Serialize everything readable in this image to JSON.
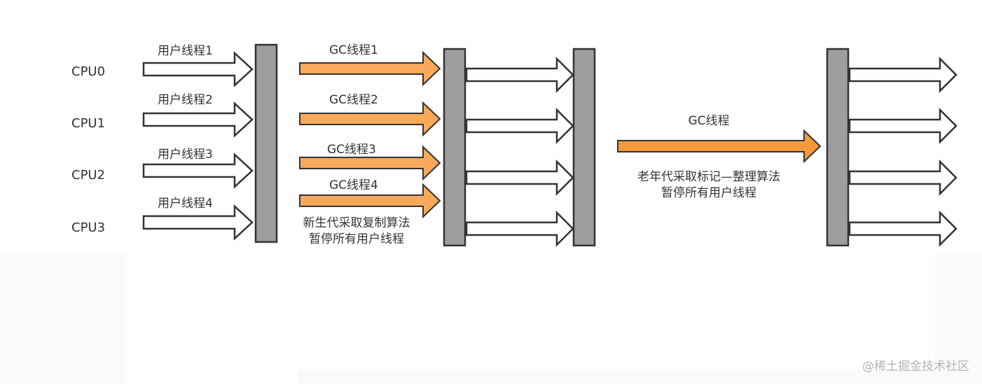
{
  "cpus": [
    "CPU0",
    "CPU1",
    "CPU2",
    "CPU3"
  ],
  "user_threads": [
    "用户线程1",
    "用户线程2",
    "用户线程3",
    "用户线程4"
  ],
  "young_gc": {
    "threads": [
      "GC线程1",
      "GC线程2",
      "GC线程3",
      "GC线程4"
    ],
    "note_line1": "新生代采取复制算法",
    "note_line2": "暂停所有用户线程"
  },
  "old_gc": {
    "thread": "GC线程",
    "note_line1": "老年代采取标记—整理算法",
    "note_line2": "暂停所有用户线程"
  },
  "watermark": "@稀土掘金技术社区",
  "colors": {
    "gc_arrow": "#f8a95a",
    "gc_arrow_old": "#f59a3a",
    "barrier": "#9e9e9e",
    "stroke": "#333333"
  }
}
